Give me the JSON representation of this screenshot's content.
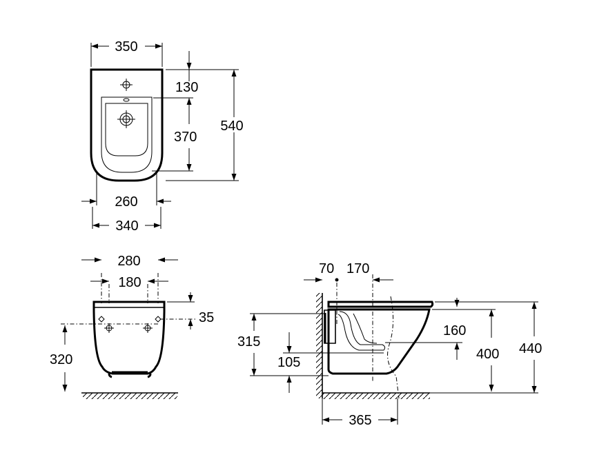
{
  "top_view": {
    "width_top": "350",
    "overall_length": "540",
    "tap_hole_distance": "130",
    "bowl_length": "370",
    "bowl_width": "260",
    "width_bottom": "340"
  },
  "front_view": {
    "outer_fixing": "280",
    "inner_fixing": "180",
    "top_offset": "35",
    "fixing_height": "320"
  },
  "side_view": {
    "wall_offset": "70",
    "waste_offset": "170",
    "fixing_height": "315",
    "outlet_height": "105",
    "inner_depth": "160",
    "bowl_height": "400",
    "total_height": "440",
    "projection": "365"
  }
}
